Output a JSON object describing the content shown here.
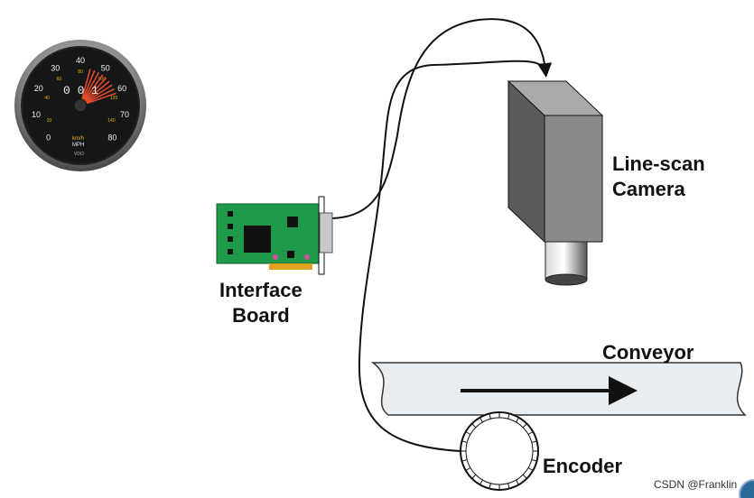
{
  "labels": {
    "camera_line1": "Line-scan",
    "camera_line2": "Camera",
    "board_line1": "Interface",
    "board_line2": "Board",
    "conveyor": "Conveyor",
    "encoder": "Encoder"
  },
  "speedometer": {
    "mph_ticks": [
      "0",
      "10",
      "20",
      "30",
      "40",
      "50",
      "60",
      "70",
      "80"
    ],
    "kmh_ticks": [
      "20",
      "40",
      "60",
      "80",
      "100",
      "120",
      "140"
    ],
    "odometer": "0 0 1",
    "unit_kmh": "km/h",
    "unit_mph": "MPH",
    "brand": "VDO"
  },
  "watermark": "CSDN @Franklin",
  "colors": {
    "board_green": "#1f9a4a",
    "camera_face": "#8a8a8a",
    "conveyor_fill": "#e8edf2",
    "needle_red": "#e24a2a"
  }
}
